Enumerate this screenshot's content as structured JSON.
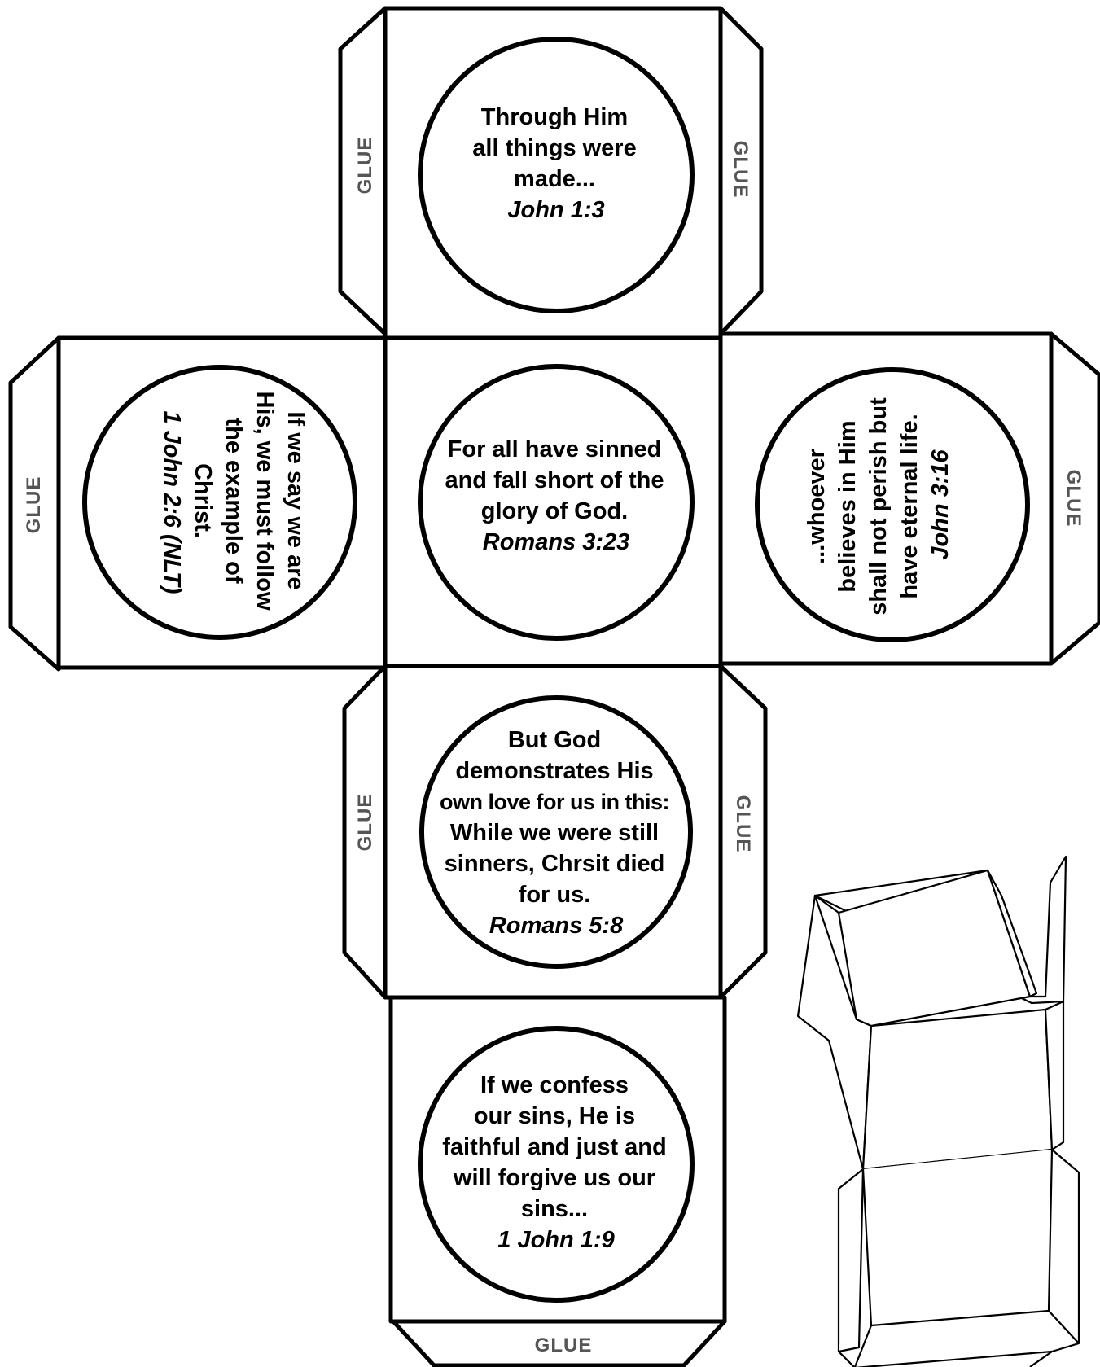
{
  "glue_label": "GLUE",
  "faces": {
    "top": {
      "lines": [
        "Through Him",
        "all things were",
        "made..."
      ],
      "ref": "John 1:3"
    },
    "left": {
      "lines": [
        "If we say we are",
        "His, we must follow",
        "the example of",
        "Christ."
      ],
      "ref": "1 John 2:6 (NLT)"
    },
    "center": {
      "lines": [
        "For all have sinned",
        "and fall short of the",
        "glory of God."
      ],
      "ref": "Romans 3:23"
    },
    "right": {
      "lines": [
        "...whoever",
        "believes in Him",
        "shall not perish but",
        "have eternal life."
      ],
      "ref": "John 3:16"
    },
    "lower": {
      "lines": [
        "But God",
        "demonstrates His",
        "own love for us in this:",
        "While we were still",
        "sinners, Chrsit died",
        "for us."
      ],
      "ref": "Romans 5:8"
    },
    "bottom": {
      "lines": [
        "If we confess",
        "our sins, He is",
        "faithful and just and",
        "will forgive us our",
        "sins..."
      ],
      "ref": "1 John 1:9"
    }
  }
}
